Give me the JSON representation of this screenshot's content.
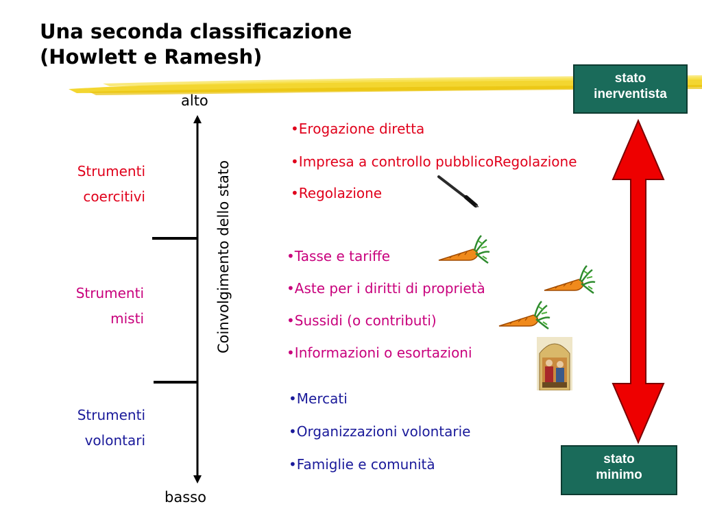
{
  "title": {
    "line1": "Una seconda classificazione",
    "line2": "(Howlett e Ramesh)"
  },
  "axis": {
    "top_label": "alto",
    "bottom_label": "basso",
    "vertical_label": "Coinvolgimento dello stato"
  },
  "categories": {
    "coercive": {
      "line1": "Strumenti",
      "line2": "coercitivi"
    },
    "mixed": {
      "line1": "Strumenti",
      "line2": "misti"
    },
    "voluntary": {
      "line1": "Strumenti",
      "line2": "volontari"
    }
  },
  "coercive_items": [
    "Erogazione diretta",
    "Impresa a controllo pubblicoRegolazione",
    "Regolazione"
  ],
  "mixed_items": [
    "Tasse e tariffe",
    "Aste per i diritti di proprietà",
    "Sussidi (o contributi)",
    "Informazioni o esortazioni"
  ],
  "voluntary_items": [
    "Mercati",
    "Organizzazioni volontarie",
    "Famiglie e comunità"
  ],
  "state_boxes": {
    "top": {
      "line1": "stato",
      "line2": "inerventista"
    },
    "bottom": {
      "line1": "stato",
      "line2": "minimo"
    }
  },
  "icons": {
    "regulation": "stick-icon",
    "taxes": "carrot-icon",
    "auctions": "carrot-icon",
    "subsidies": "carrot-icon",
    "information": "preacher-picture"
  },
  "colors": {
    "coercive": "#e0001b",
    "mixed": "#c8007c",
    "voluntary": "#1a1a9a",
    "state_box": "#1a6b5a",
    "double_arrow": "#ee0000",
    "highlighter": "#f2d21a"
  }
}
